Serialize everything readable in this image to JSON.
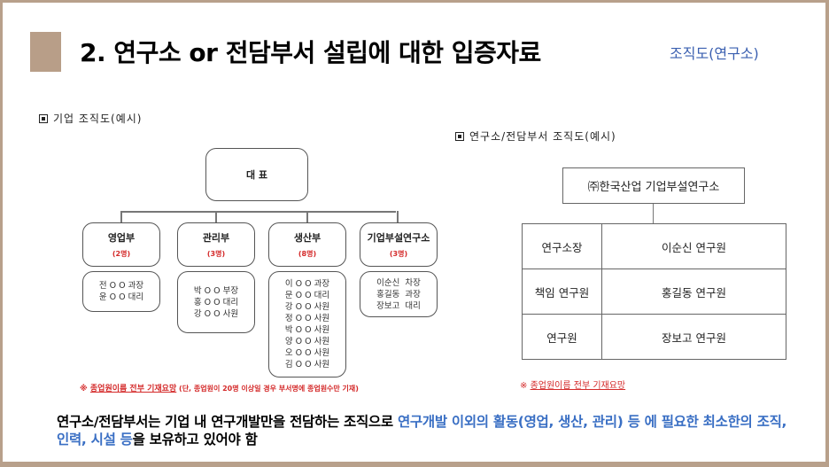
{
  "header": {
    "title": "2. 연구소 or 전담부서 설립에 대한 입증자료",
    "subtitle": "조직도(연구소)"
  },
  "company_chart": {
    "label": "기업 조직도(예시)",
    "ceo": "대 표",
    "departments": [
      {
        "name": "영업부",
        "count": "(2명)",
        "members": "전 O O 과장\n윤 O O 대리"
      },
      {
        "name": "관리부",
        "count": "(3명)",
        "members": "박 O O 부장\n홍 O O 대리\n강 O O 사원"
      },
      {
        "name": "생산부",
        "count": "(8명)",
        "members": "이 O O 과장\n문 O O 대리\n강 O O 사원\n정 O O 사원\n박 O O 사원\n양 O O 사원\n오 O O 사원\n김 O O 사원"
      },
      {
        "name": "기업부설연구소",
        "count": "(3명)",
        "members": "이순신  차장\n홍길동  과장\n장보고  대리"
      }
    ],
    "note_prefix": "※ ",
    "note_underlined": "종업원이름 전부 기재요망",
    "note_suffix": " (단, 종업원이 20명 이상일 경우  부서명에 종업원수만 기재)"
  },
  "lab_chart": {
    "label": "연구소/전담부서 조직도(예시)",
    "head": "㈜한국산업  기업부설연구소",
    "rows": [
      {
        "role": "연구소장",
        "name": "이순신  연구원"
      },
      {
        "role": "책임  연구원",
        "name": "홍길동  연구원"
      },
      {
        "role": "연구원",
        "name": "장보고  연구원"
      }
    ],
    "note_prefix": "※ ",
    "note_underlined": "종업원이름 전부 기재요망"
  },
  "footer": {
    "text_part1": "연구소/전담부서는 기업 내 연구개발만을 전담하는 조직으로 ",
    "text_highlight": "연구개발 이외의 활동(영업, 생산, 관리) 등 에 필요한 최소한의 조직, 인력, 시설 등",
    "text_part2": "을 보유하고 있어야 함"
  },
  "colors": {
    "accent_brown": "#b89e88",
    "highlight_blue": "#3a6fc4",
    "note_red": "#d42a2a"
  }
}
